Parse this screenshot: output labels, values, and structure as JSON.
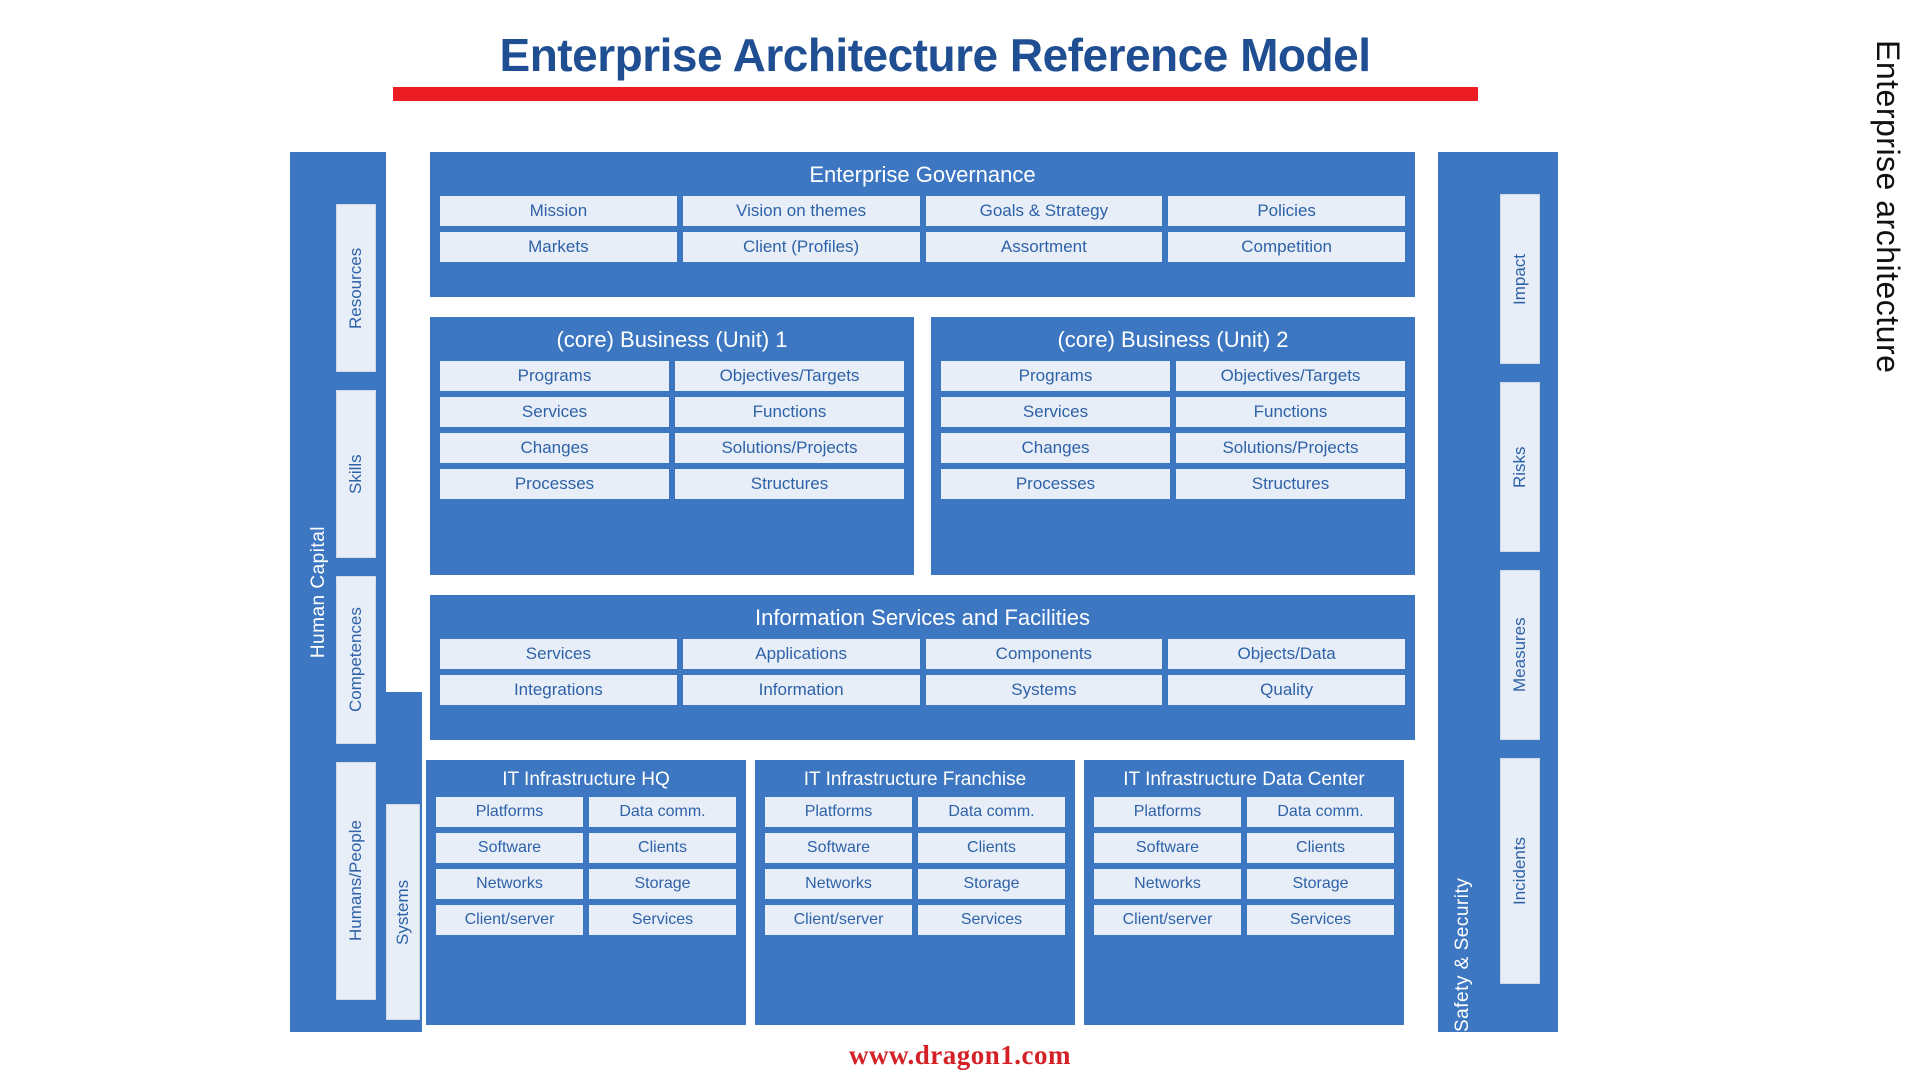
{
  "title": {
    "text": "Enterprise Architecture Reference Model",
    "accent_color": "#ec1c24",
    "text_color": "#1f4e92"
  },
  "right_label": "Enterprise architecture",
  "footer": {
    "url": "www.dragon1.com"
  },
  "colors": {
    "panel_blue": "#3d77c2",
    "chip_bg": "#e8eef7",
    "chip_text": "#2e62a8",
    "title_blue": "#1f4e92",
    "red": "#ec1c24"
  },
  "left_sidebar": {
    "title": "Human Capital",
    "items": [
      {
        "label": "Resources"
      },
      {
        "label": "Skills"
      },
      {
        "label": "Competences"
      },
      {
        "label": "Humans/People"
      }
    ],
    "extra_column": [
      {
        "label": "Systems"
      }
    ]
  },
  "right_sidebar": {
    "title": "Safety & Security",
    "items": [
      {
        "label": "Impact"
      },
      {
        "label": "Risks"
      },
      {
        "label": "Measures"
      },
      {
        "label": "Incidents"
      }
    ]
  },
  "main": {
    "governance": {
      "title": "Enterprise  Governance",
      "chips": [
        "Mission",
        "Vision on themes",
        "Goals & Strategy",
        "Policies",
        "Markets",
        "Client (Profiles)",
        "Assortment",
        "Competition"
      ]
    },
    "business_units": [
      {
        "title": "(core) Business  (Unit)  1",
        "chips": [
          "Programs",
          "Objectives/Targets",
          "Services",
          "Functions",
          "Changes",
          "Solutions/Projects",
          "Processes",
          "Structures"
        ]
      },
      {
        "title": "(core) Business  (Unit)  2",
        "chips": [
          "Programs",
          "Objectives/Targets",
          "Services",
          "Functions",
          "Changes",
          "Solutions/Projects",
          "Processes",
          "Structures"
        ]
      }
    ],
    "information_services": {
      "title": "Information  Services and Facilities",
      "chips": [
        "Services",
        "Applications",
        "Components",
        "Objects/Data",
        "Integrations",
        "Information",
        "Systems",
        "Quality"
      ]
    },
    "it_infrastructure": [
      {
        "title": "IT Infrastructure HQ",
        "chips": [
          "Platforms",
          "Data comm.",
          "Software",
          "Clients",
          "Networks",
          "Storage",
          "Client/server",
          "Services"
        ]
      },
      {
        "title": "IT Infrastructure Franchise",
        "chips": [
          "Platforms",
          "Data comm.",
          "Software",
          "Clients",
          "Networks",
          "Storage",
          "Client/server",
          "Services"
        ]
      },
      {
        "title": "IT Infrastructure Data Center",
        "chips": [
          "Platforms",
          "Data comm.",
          "Software",
          "Clients",
          "Networks",
          "Storage",
          "Client/server",
          "Services"
        ]
      }
    ]
  }
}
